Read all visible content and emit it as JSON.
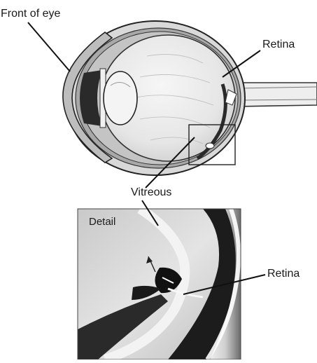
{
  "labels": {
    "front_of_eye": "Front of eye",
    "retina_top": "Retina",
    "vitreous": "Vitreous",
    "detail": "Detail",
    "retina_bottom": "Retina"
  },
  "colors": {
    "ink": "#1a1a1a",
    "dark": "#222222",
    "mid_gray": "#9a9a9a",
    "light_gray": "#dcdcdc",
    "background": "#ffffff"
  }
}
